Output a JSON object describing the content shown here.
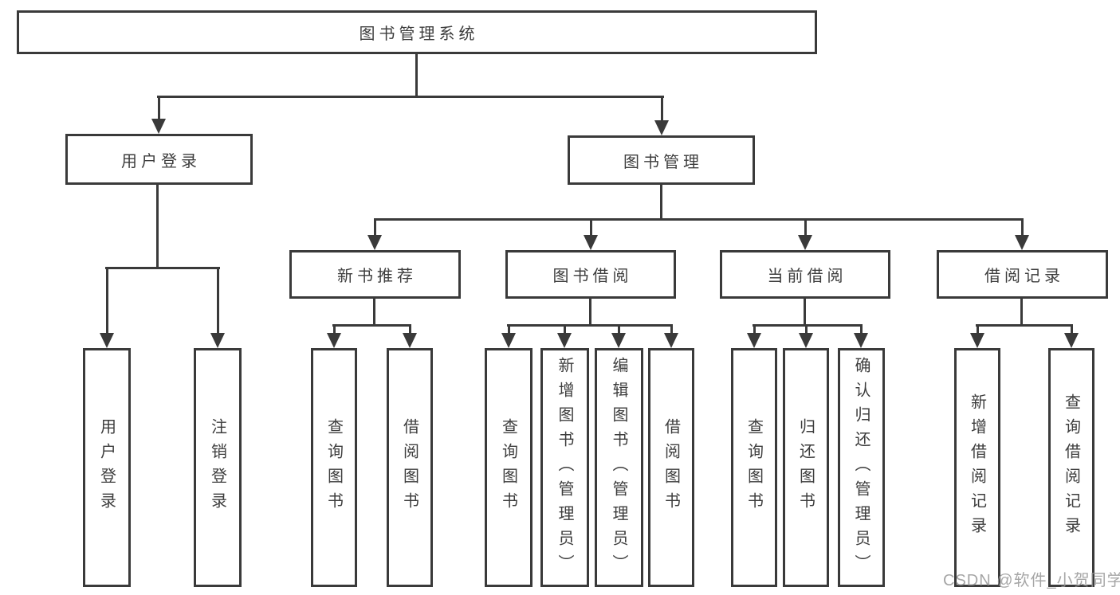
{
  "title": "图书管理系统",
  "watermark": "CSDN @软件_小贺同学",
  "colors": {
    "line": "#3a3a3a",
    "text": "#3d3d3d",
    "background": "#ffffff",
    "watermark": "#b4b4b4"
  },
  "nodes": {
    "root": {
      "label": "图书管理系统"
    },
    "user_login": {
      "label": "用户登录",
      "children": [
        {
          "label": "用户登录"
        },
        {
          "label": "注销登录"
        }
      ]
    },
    "book_mgmt": {
      "label": "图书管理",
      "children": [
        {
          "label": "新书推荐",
          "children": [
            {
              "label": "查询图书"
            },
            {
              "label": "借阅图书"
            }
          ]
        },
        {
          "label": "图书借阅",
          "children": [
            {
              "label": "查询图书"
            },
            {
              "label": "新增图书（管理员）"
            },
            {
              "label": "编辑图书（管理员）"
            },
            {
              "label": "借阅图书"
            }
          ]
        },
        {
          "label": "当前借阅",
          "children": [
            {
              "label": "查询图书"
            },
            {
              "label": "归还图书"
            },
            {
              "label": "确认归还（管理员）"
            }
          ]
        },
        {
          "label": "借阅记录",
          "children": [
            {
              "label": "新增借阅记录"
            },
            {
              "label": "查询借阅记录"
            }
          ]
        }
      ]
    }
  }
}
